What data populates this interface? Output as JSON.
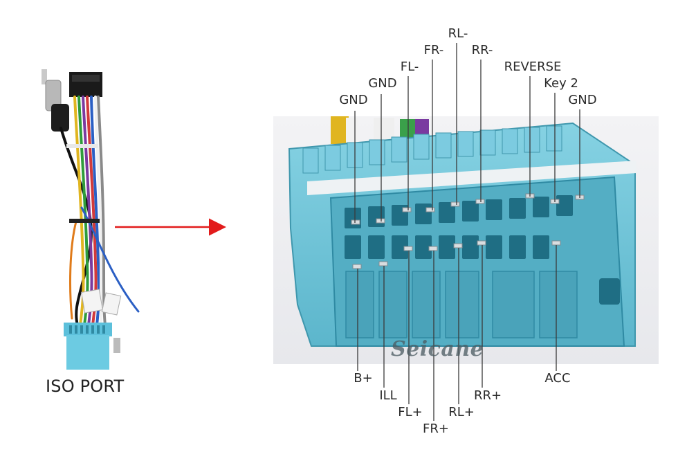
{
  "iso_label": "ISO PORT",
  "brand": "Seicane",
  "top_pins": [
    {
      "label": "GND"
    },
    {
      "label": "GND"
    },
    {
      "label": "FL-"
    },
    {
      "label": "FR-"
    },
    {
      "label": "RL-"
    },
    {
      "label": "RR-"
    },
    {
      "label": "REVERSE"
    },
    {
      "label": "Key 2"
    },
    {
      "label": "GND"
    }
  ],
  "bottom_pins": [
    {
      "label": "B+"
    },
    {
      "label": "ILL"
    },
    {
      "label": "FL+"
    },
    {
      "label": "FR+"
    },
    {
      "label": "RL+"
    },
    {
      "label": "RR+"
    },
    {
      "label": "ACC"
    }
  ],
  "colors": {
    "connector": "#6ec3d8",
    "connector_dark": "#2f8aa3",
    "arrow": "#e21b1b",
    "leader": "#3a3a3a"
  }
}
